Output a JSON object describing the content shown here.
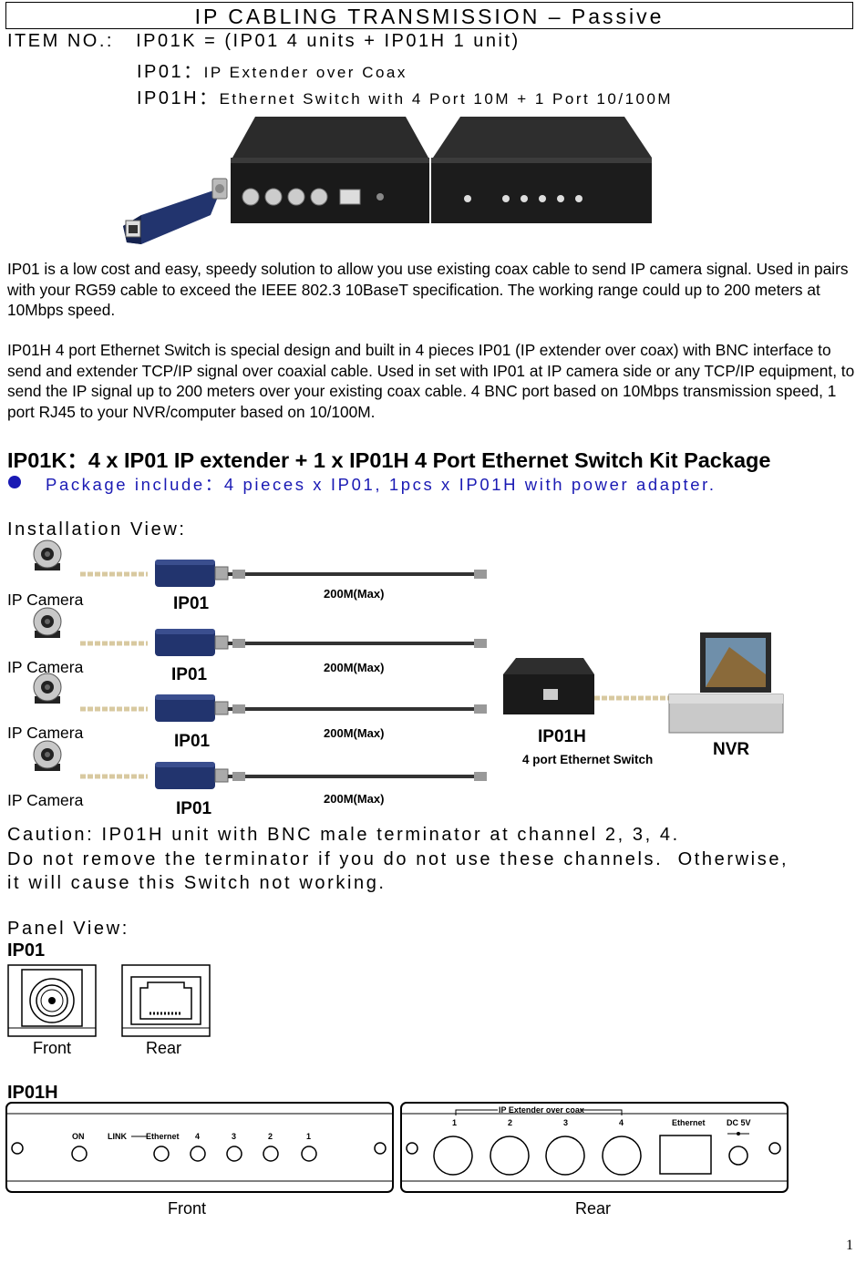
{
  "header": {
    "title": "IP CABLING TRANSMISSION – Passive"
  },
  "item": {
    "line1": "ITEM NO.:   IP01K = (IP01 4 units + IP01H 1 unit)",
    "line2_code": "IP01：",
    "line2_text": "IP Extender over Coax",
    "line3_code": "IP01H：",
    "line3_text": "Ethernet Switch with 4 Port 10M + 1 Port 10/100M"
  },
  "paragraphs": {
    "p1": "IP01 is a low cost and easy, speedy solution to allow you use existing coax cable to send IP camera signal. Used in pairs with your RG59 cable to exceed the IEEE 802.3 10BaseT specification. The working range could up to 200 meters at 10Mbps speed.",
    "p2": "IP01H 4 port Ethernet Switch is special design and built in 4 pieces IP01 (IP extender over coax) with BNC interface to send and extender TCP/IP signal over coaxial cable.   Used in set with IP01 at IP camera side or any TCP/IP equipment, to send the IP signal up to 200 meters over your existing coax cable.   4 BNC port based on 10Mbps transmission speed, 1 port RJ45 to your NVR/computer based on 10/100M."
  },
  "kit": {
    "heading": "IP01K：4 x IP01 IP extender + 1 x IP01H 4 Port Ethernet Switch Kit Package",
    "package": "Package include：4 pieces x IP01, 1pcs x IP01H with power adapter."
  },
  "installation": {
    "heading": "Installation View:",
    "camera_label": "IP Camera",
    "extender_label": "IP01",
    "distance_label": "200M(Max)",
    "switch_label": "IP01H",
    "switch_sub": "4 port Ethernet Switch",
    "nvr_label": "NVR"
  },
  "caution": {
    "line1": "Caution: IP01H unit with BNC male terminator at channel 2, 3, 4.",
    "line2": "Do not remove the terminator if you do not use these channels.  Otherwise,",
    "line3": "it will cause this Switch not working."
  },
  "panel": {
    "heading": "Panel View:",
    "ip01_title": "IP01",
    "ip01_front": "Front",
    "ip01_rear": "Rear",
    "ip01h_title": "IP01H",
    "front_labels": {
      "on": "ON",
      "link": "LINK",
      "ethernet": "Ethernet",
      "p4": "4",
      "p3": "3",
      "p2": "2",
      "p1": "1"
    },
    "rear_labels": {
      "group": "IP Extender over coax",
      "c1": "1",
      "c2": "2",
      "c3": "3",
      "c4": "4",
      "ethernet": "Ethernet",
      "dc": "DC 5V"
    },
    "ip01h_front": "Front",
    "ip01h_rear": "Rear"
  },
  "page_number": "1",
  "colors": {
    "accent_blue": "#1a1ab4",
    "device_blue": "#1f2f6a",
    "device_black": "#1a1a1a"
  }
}
